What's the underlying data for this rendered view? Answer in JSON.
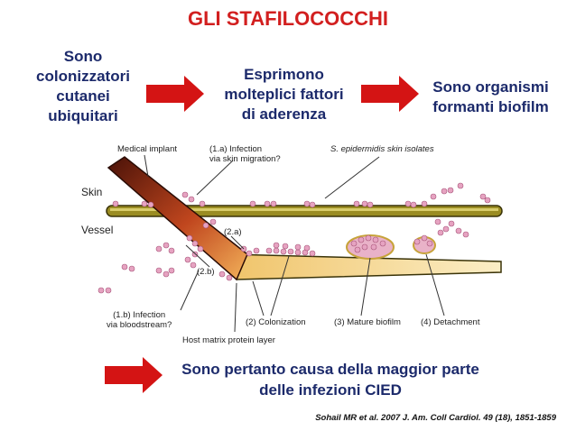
{
  "title": "GLI STAFILOCOCCHI",
  "boxes": {
    "b1": [
      "Sono",
      "colonizzatori",
      "cutanei",
      "ubiquitari"
    ],
    "b2": [
      "Esprimono",
      "molteplici fattori",
      "di aderenza"
    ],
    "b3": [
      "Sono organismi",
      "formanti biofilm"
    ]
  },
  "diagram": {
    "medical_implant": "Medical implant",
    "l1a": [
      "(1.a) Infection",
      "via skin migration?"
    ],
    "s_epi": "S. epidermidis skin isolates",
    "skin": "Skin",
    "vessel": "Vessel",
    "l2a": "(2.a)",
    "l2b": "(2.b)",
    "l1b": [
      "(1.b) Infection",
      "via bloodstream?"
    ],
    "l2": "(2) Colonization",
    "l3": "(3) Mature biofilm",
    "l4": "(4) Detachment",
    "host": "Host matrix protein layer"
  },
  "conclusion": [
    "Sono pertanto causa della maggior parte",
    "delle infezioni CIED"
  ],
  "citation": "Sohail MR et al. 2007 J. Am. Coll Cardiol. 49 (18), 1851-1859",
  "colors": {
    "title": "#d21f1f",
    "text": "#1c2a6b",
    "arrow": "#d41414"
  }
}
